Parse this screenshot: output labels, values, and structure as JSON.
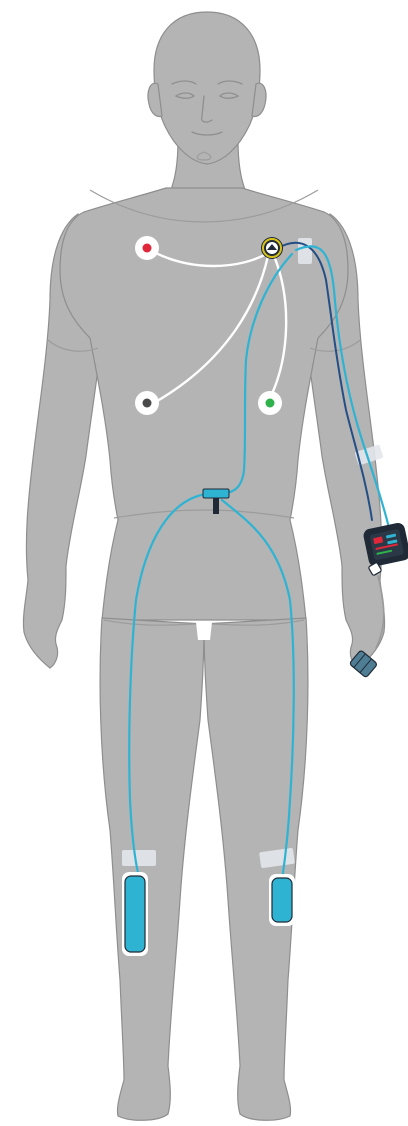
{
  "colors": {
    "background": "#ffffff",
    "body_fill": "#b4b4b4",
    "body_outline": "#8e8e8e",
    "contour": "#9c9c9c",
    "tube_cyan": "#2fb3d3",
    "tube_navy": "#234f86",
    "ecg_lead": "#ffffff",
    "electrode_pad": "#ffffff",
    "electrode_red": "#e0283a",
    "electrode_dark": "#4a4a4a",
    "electrode_green": "#2fb24c",
    "hub_ring": "#d8c21a",
    "tape": "#e2e6ea",
    "device": "#1f2a36",
    "reservoir": "#2fb3d3"
  },
  "icons": [
    "body-silhouette",
    "ecg-electrode-red",
    "ecg-electrode-black",
    "ecg-electrode-green",
    "ecg-hub-icon",
    "shoulder-tape",
    "forearm-tape",
    "wrist-monitor-device",
    "finger-pulse-sensor",
    "t-connector",
    "calf-tape",
    "calf-reservoir"
  ]
}
